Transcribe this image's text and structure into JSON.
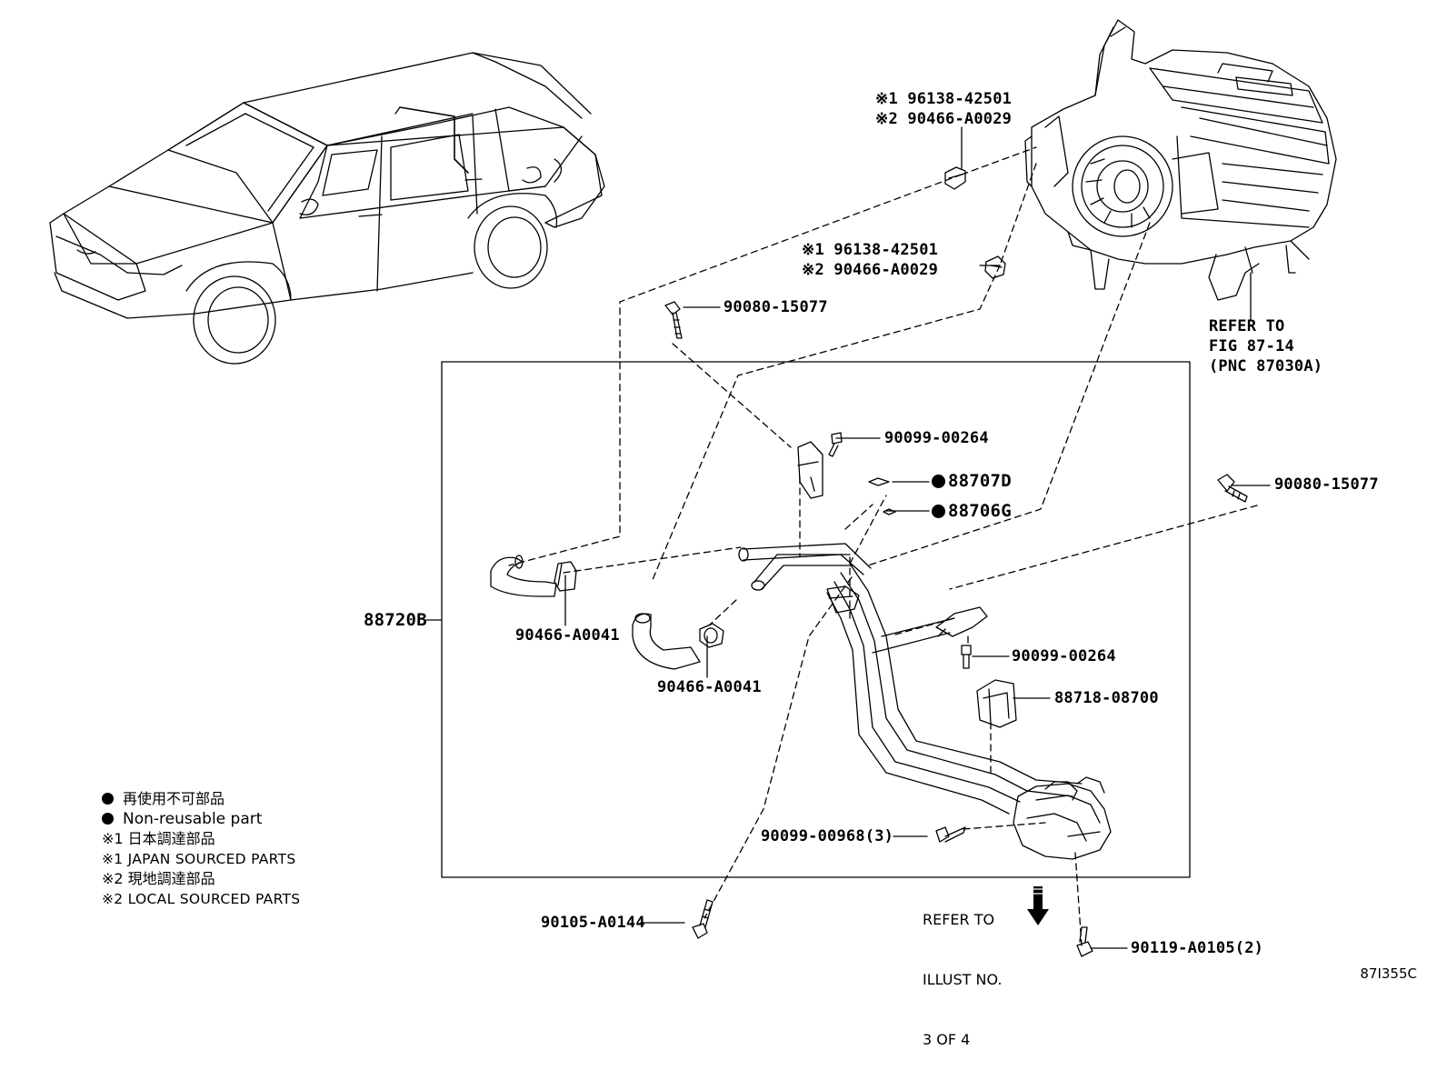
{
  "parts": {
    "clip_upper_japan": "※1 96138-42501",
    "clip_upper_local": "※2 90466-A0029",
    "clip_mid_japan": "※1 96138-42501",
    "clip_mid_local": "※2 90466-A0029",
    "bolt_top": "90080-15077",
    "screw_bracket": "90099-00264",
    "seal_d": "88707D",
    "seal_g": "88706G",
    "bolt_right": "90080-15077",
    "assembly": "88720B",
    "clamp_left": "90466-A0041",
    "clamp_mid": "90466-A0041",
    "screw_right": "90099-00264",
    "bracket_right": "88718-08700",
    "screw_bottom": "90099-00968(3)",
    "bolt_bottom_left": "90105-A0144",
    "bolt_bottom_right": "90119-A0105(2)"
  },
  "refer_fig": [
    "REFER TO",
    "FIG 87-14",
    "(PNC 87030A)"
  ],
  "refer_illust": [
    "REFER TO",
    "ILLUST NO.",
    "3 OF 4"
  ],
  "legend": {
    "nonreusable_jp": "再使用不可部品",
    "nonreusable_en": "Non-reusable part",
    "japan_jp": "※1 日本調達部品",
    "japan_en": "※1 JAPAN SOURCED PARTS",
    "local_jp": "※2 現地調達部品",
    "local_en": "※2 LOCAL SOURCED PARTS"
  },
  "figure_code": "87I355C"
}
